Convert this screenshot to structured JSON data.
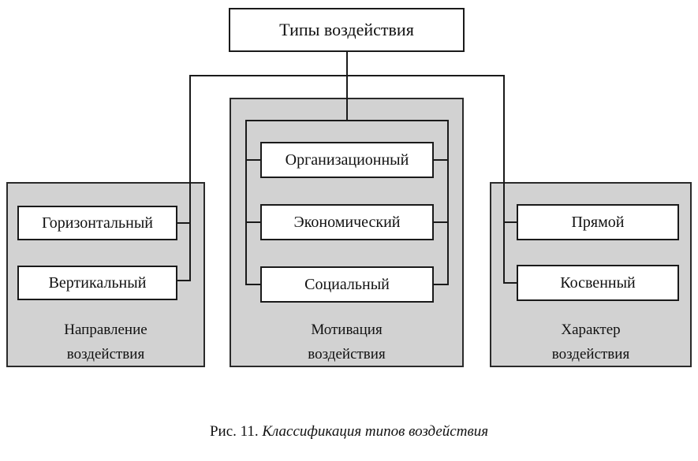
{
  "root": {
    "label": "Типы воздействия"
  },
  "groups": {
    "direction": {
      "caption": "Направление\nвоздействия",
      "items": [
        "Горизонтальный",
        "Вертикальный"
      ]
    },
    "motivation": {
      "caption": "Мотивация\nвоздействия",
      "items": [
        "Организационный",
        "Экономический",
        "Социальный"
      ]
    },
    "character": {
      "caption": "Характер\nвоздействия",
      "items": [
        "Прямой",
        "Косвенный"
      ]
    }
  },
  "figure_caption": {
    "prefix": "Рис. 11.",
    "title": "Классификация типов воздействия"
  }
}
